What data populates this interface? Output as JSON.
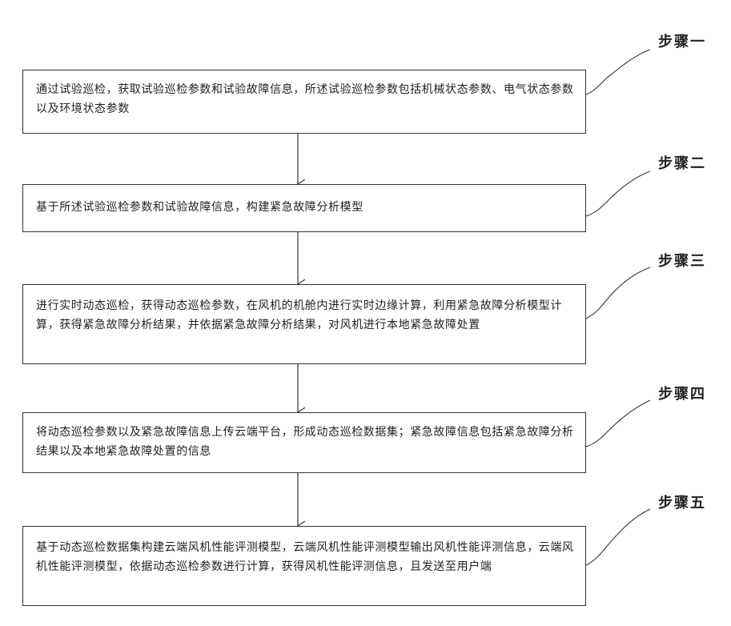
{
  "steps": [
    {
      "label": "步骤一",
      "text": "通过试验巡检，获取试验巡检参数和试验故障信息，所述试验巡检参数包括机械状态参数、电气状态参数以及环境状态参数"
    },
    {
      "label": "步骤二",
      "text": "基于所述试验巡检参数和试验故障信息，构建紧急故障分析模型"
    },
    {
      "label": "步骤三",
      "text": "进行实时动态巡检，获得动态巡检参数，在风机的机舱内进行实时边缘计算，利用紧急故障分析模型计算，获得紧急故障分析结果，并依据紧急故障分析结果，对风机进行本地紧急故障处置"
    },
    {
      "label": "步骤四",
      "text": "将动态巡检参数以及紧急故障信息上传云端平台，形成动态巡检数据集；紧急故障信息包括紧急故障分析结果以及本地紧急故障处置的信息"
    },
    {
      "label": "步骤五",
      "text": "基于动态巡检数据集构建云端风机性能评测模型，云端风机性能评测模型输出风机性能评测信息，云端风机性能评测模型，依据动态巡检参数进行计算，获得风机性能评测信息，且发送至用户端"
    }
  ]
}
